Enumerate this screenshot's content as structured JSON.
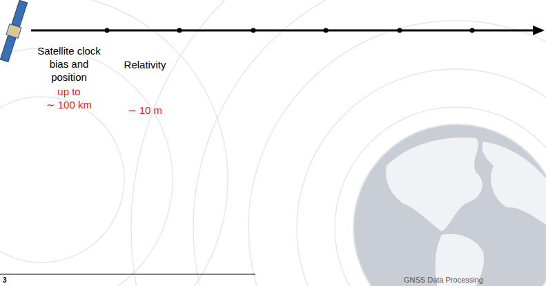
{
  "diagram": {
    "labels": [
      "Satellite clock bias and position",
      "up to ∼ 100 km",
      "Relativity",
      "∼ 10 m",
      "3",
      "GNSS Data Processing"
    ]
  }
}
